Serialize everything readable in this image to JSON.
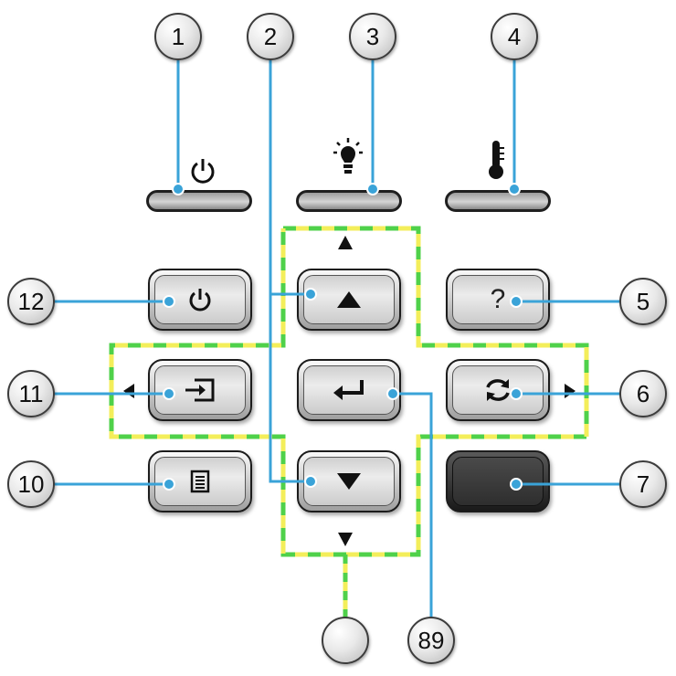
{
  "callouts": [
    {
      "id": "1",
      "label": "1"
    },
    {
      "id": "2",
      "label": "2"
    },
    {
      "id": "3",
      "label": "3"
    },
    {
      "id": "4",
      "label": "4"
    },
    {
      "id": "5",
      "label": "5"
    },
    {
      "id": "6",
      "label": "6"
    },
    {
      "id": "7",
      "label": "7"
    },
    {
      "id": "89",
      "label": "89"
    },
    {
      "id": "blank",
      "label": ""
    },
    {
      "id": "10",
      "label": "10"
    },
    {
      "id": "11",
      "label": "11"
    },
    {
      "id": "12",
      "label": "12"
    }
  ],
  "help_button": {
    "symbol": "?"
  },
  "colors": {
    "leader_line": "#3aa3d8",
    "dashed_green": "#4fd14a",
    "dashed_yellow": "#f3ee5a",
    "callout_border": "#3c3c3c",
    "button_dark": "#2e2e2e"
  },
  "icons": {
    "power_led": "power-icon",
    "lamp_led": "lamp-icon",
    "temp_led": "thermometer-icon",
    "power_button": "power-icon",
    "up_button": "triangle-up-icon",
    "help_button": "question-icon",
    "source_button": "source-input-icon",
    "enter_button": "enter-icon",
    "resync_button": "resync-icon",
    "menu_button": "menu-icon",
    "down_button": "triangle-down-icon",
    "dark_button": "blank-key"
  }
}
